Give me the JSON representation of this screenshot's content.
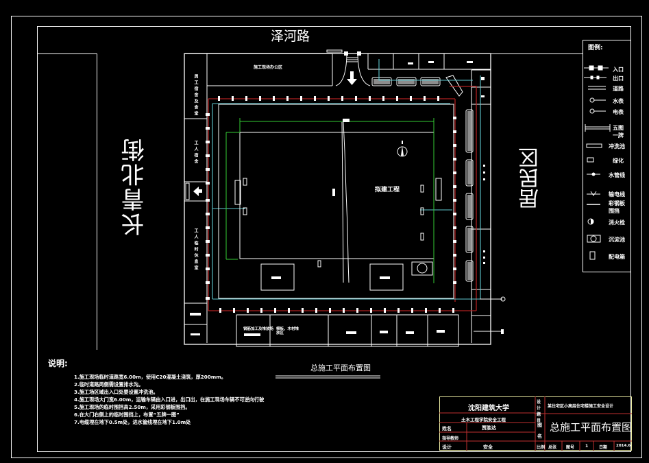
{
  "drawing": {
    "title": "总施工平面布置图",
    "roads": {
      "north": "泽河路",
      "west": "长青北街",
      "east": "居民区"
    },
    "site_labels": {
      "top_strip": "施工现场办公区",
      "main_building": "拟建工程",
      "left_strip_1": "周工宿舍及食堂",
      "left_strip_2": "工人宿舍",
      "left_strip_3": "工人临时休息室",
      "bottom_box_1": "钢筋加工及堆放场",
      "bottom_box_2": "模板、木材堆放区"
    }
  },
  "legend": {
    "title": "图例:",
    "items": [
      {
        "icon": "entrance-icon",
        "label": "入口"
      },
      {
        "icon": "exit-icon",
        "label": "出口"
      },
      {
        "icon": "road-icon",
        "label": "道路"
      },
      {
        "icon": "water-meter-icon",
        "label": "水表"
      },
      {
        "icon": "electric-meter-icon",
        "label": "电表"
      },
      {
        "icon": "board-icon",
        "label": "五图一牌"
      },
      {
        "icon": "wash-pool-icon",
        "label": "冲洗池"
      },
      {
        "icon": "greening-icon",
        "label": "绿化"
      },
      {
        "icon": "water-pipe-icon",
        "label": "水管线"
      },
      {
        "icon": "power-line-icon",
        "label": "输电线"
      },
      {
        "icon": "steel-fence-icon",
        "label": "彩钢板围挡"
      },
      {
        "icon": "fire-hydrant-icon",
        "label": "消火栓"
      },
      {
        "icon": "sedimentation-icon",
        "label": "沉淀池"
      },
      {
        "icon": "distribution-box-icon",
        "label": "配电箱"
      }
    ]
  },
  "notes": {
    "title": "说明:",
    "items": [
      "1.施工现场临时道路宽6.00m，使用C20混凝土浇筑，厚200mm。",
      "2.临时道路两侧需设置排水沟。",
      "3.施工场区域出入口处要设置冲洗池。",
      "4.施工现场大门宽6.00m，运输车辆由入口进，出口出，在施工现场车辆不可逆向行驶",
      "5.施工现场的临时围挡高2.50m，采用彩钢板围挡。",
      "6.在大门右侧上的临时围挡上，布置“五牌一图”",
      "7.电缆埋在地下0.5m处，进水管线埋在地下1.0m处"
    ]
  },
  "title_block": {
    "school": "沈阳建筑大学",
    "department": "土木工程学院安全工程",
    "designer_label": "设计题目",
    "project_name": "某住宅区小高层住宅楼施工安全设计",
    "student_label": "姓名",
    "student_name": "贾胜达",
    "advisor_label": "指导教师",
    "design_label": "设计",
    "design_value": "安全",
    "drawing_name_label": "图名",
    "drawing_name": "总施工平面布置图",
    "scale_label": "比例",
    "sheet_label": "图号",
    "sheet_value": "1",
    "date_label": "日期",
    "date_value": "2014.6",
    "total_label": "总张"
  },
  "colors": {
    "background": "#000000",
    "line": "#ffffff",
    "power": "#b02020",
    "water": "#5fc8d0",
    "dimension": "#33cc33",
    "titleblock_red": "#c03030",
    "titleblock_yellow": "#e8e8a0"
  }
}
